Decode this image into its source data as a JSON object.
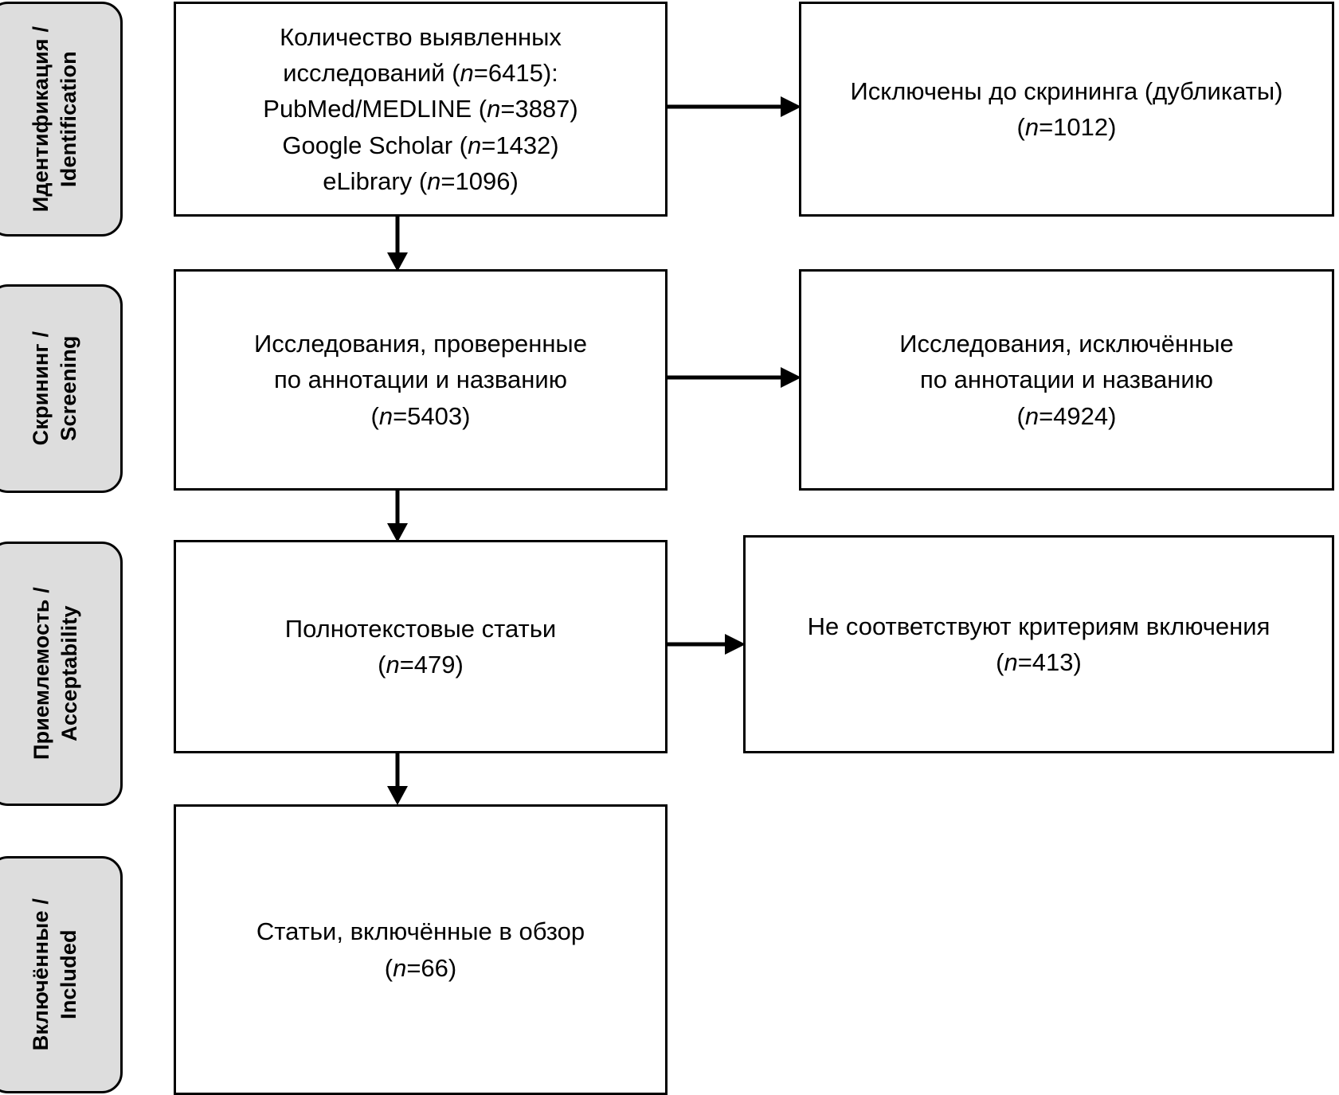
{
  "diagram": {
    "title": "PRISMA flow diagram",
    "colors": {
      "pill_fill": "#dddddd",
      "box_fill": "#ffffff",
      "stroke": "#000000"
    },
    "stages": [
      {
        "ru": "Идентификация /",
        "en": "Identification"
      },
      {
        "ru": "Скрининг /",
        "en": "Screening"
      },
      {
        "ru": "Приемлемость /",
        "en": "Acceptability"
      },
      {
        "ru": "Включённые /",
        "en": "Included"
      }
    ],
    "boxes": {
      "identified": {
        "lines": [
          "Количество выявленных",
          "исследований (n=6415):",
          "PubMed/MEDLINE (n=3887)",
          "Google Scholar (n=1432)",
          "eLibrary (n=1096)"
        ],
        "total_n": 6415,
        "sources": [
          {
            "name": "PubMed/MEDLINE",
            "n": 3887
          },
          {
            "name": "Google Scholar",
            "n": 1432
          },
          {
            "name": "eLibrary",
            "n": 1096
          }
        ]
      },
      "duplicates_removed": {
        "lines": [
          "Исключены до скрининга (дубликаты)",
          "(n=1012)"
        ],
        "n": 1012
      },
      "screened": {
        "lines": [
          "Исследования, проверенные",
          "по аннотации и названию",
          "(n=5403)"
        ],
        "n": 5403
      },
      "screened_excluded": {
        "lines": [
          "Исследования, исключённые",
          "по аннотации и названию",
          "(n=4924)"
        ],
        "n": 4924
      },
      "fulltext": {
        "lines": [
          "Полнотекстовые статьи",
          "(n=479)"
        ],
        "n": 479
      },
      "fulltext_excluded": {
        "lines": [
          "Не соответствуют критериям включения",
          "(n=413)"
        ],
        "n": 413
      },
      "included": {
        "lines": [
          "Статьи, включённые в обзор",
          "(n=66)"
        ],
        "n": 66
      }
    },
    "connectors": [
      {
        "name": "identified-to-duplicates",
        "type": "horizontal-arrow"
      },
      {
        "name": "identified-to-screened",
        "type": "vertical-arrow"
      },
      {
        "name": "screened-to-screened-excluded",
        "type": "horizontal-arrow"
      },
      {
        "name": "screened-to-fulltext",
        "type": "vertical-arrow"
      },
      {
        "name": "fulltext-to-fulltext-excluded",
        "type": "horizontal-arrow"
      },
      {
        "name": "fulltext-to-included",
        "type": "vertical-arrow"
      }
    ]
  }
}
